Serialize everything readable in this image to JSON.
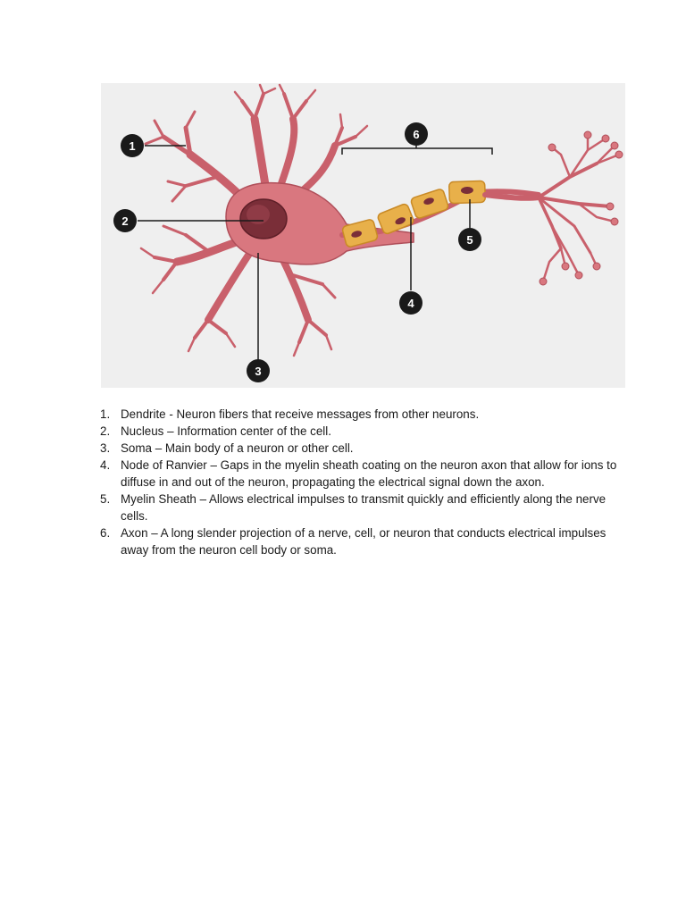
{
  "diagram": {
    "markers": [
      "1",
      "2",
      "3",
      "4",
      "5",
      "6"
    ],
    "colors": {
      "cell_fill": "#d9777f",
      "cell_stroke": "#b04f5a",
      "nucleus": "#7a2e38",
      "myelin_fill": "#e8b04a",
      "myelin_stroke": "#c98a26",
      "background": "#efefef",
      "marker": "#1a1a1a"
    }
  },
  "definitions": [
    {
      "num": "1.",
      "text": "Dendrite - Neuron fibers that receive messages from other neurons."
    },
    {
      "num": "2.",
      "text": "Nucleus – Information center of the cell."
    },
    {
      "num": "3.",
      "text": "Soma – Main body of a neuron or other cell."
    },
    {
      "num": "4.",
      "text": "Node of Ranvier – Gaps in the myelin sheath coating on the neuron axon that allow for ions to diffuse in and out of the neuron, propagating the electrical signal down the axon."
    },
    {
      "num": "5.",
      "text": "Myelin Sheath – Allows electrical impulses to transmit quickly and efficiently along the nerve cells."
    },
    {
      "num": "6.",
      "text": "Axon – A long slender projection of a nerve, cell, or neuron that conducts electrical impulses away from the neuron cell body or soma."
    }
  ]
}
